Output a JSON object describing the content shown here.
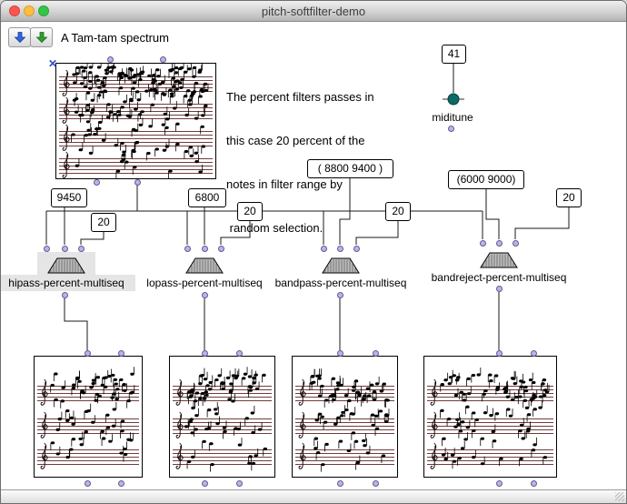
{
  "window": {
    "title": "pitch-softfilter-demo"
  },
  "toolbar": {
    "import_icon": "blue-down-arrow-icon",
    "export_icon": "green-down-arrow-icon"
  },
  "patch": {
    "heading": "A Tam-tam spectrum",
    "comment": {
      "line1": "The percent filters passes in",
      "line2": "this case 20 percent of the",
      "line3": "notes in filter range by",
      "line4": " random selection."
    },
    "miditune": {
      "value": "41",
      "label": "miditune"
    },
    "boxes": {
      "hipass_freq": "9450",
      "hipass_percent": "20",
      "lopass_freq": "6800",
      "lopass_percent": "20",
      "bandpass_range": "( 8800 9400 )",
      "bandpass_percent": "20",
      "bandreject_range": "(6000 9000)",
      "bandreject_percent": "20"
    },
    "filters": {
      "hipass": "hipass-percent-multiseq",
      "lopass": "lopass-percent-multiseq",
      "bandpass": "bandpass-percent-multiseq",
      "bandreject": "bandreject-percent-multiseq"
    }
  },
  "colors": {
    "connection_dot": "#b8b4ec",
    "staff_line": "#6f3d3d",
    "knob": "#0d6a66",
    "selection_highlight": "#e5e5e5",
    "delete_x": "#2a52cc"
  }
}
